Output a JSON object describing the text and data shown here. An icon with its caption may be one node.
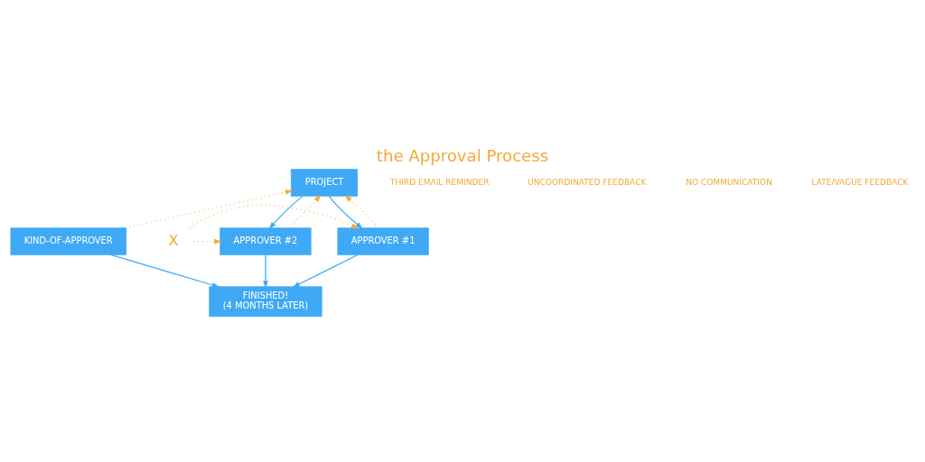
{
  "diagram": {
    "title": "the Approval Process",
    "nodes": [
      {
        "text": [
          "PROJECT"
        ]
      },
      {
        "text": [
          "APPROVER #1"
        ]
      },
      {
        "text": [
          "X"
        ]
      },
      {
        "text": [
          "APPROVER #2"
        ]
      },
      {
        "text": [
          "KIND-OF-APPROVER"
        ]
      },
      {
        "text": [
          "FINISHED!",
          "(4 MONTHS LATER)"
        ]
      }
    ],
    "edges": [
      {
        "from": 0,
        "to": 1,
        "arrow": "to"
      },
      {
        "from": 0,
        "to": 3,
        "arrow": "to"
      },
      {
        "from": 1,
        "to": 0,
        "arrow": "to",
        "style": "dashed",
        "color": "#f5a83a"
      },
      {
        "from": 3,
        "to": 0,
        "arrow": "to",
        "style": "dashed",
        "color": "#f5a83a"
      },
      {
        "from": 2,
        "to": 3,
        "arrow": "to",
        "style": "dashed",
        "color": "#f5a83a"
      },
      {
        "from": 2,
        "to": 1,
        "arrow": "to",
        "style": "dashed",
        "color": "#f5a83a"
      },
      {
        "from": 1,
        "to": 5,
        "arrow": "to"
      },
      {
        "from": 3,
        "to": 5,
        "arrow": "to"
      },
      {
        "from": 4,
        "to": 5,
        "arrow": "to"
      },
      {
        "from": 4,
        "to": 0,
        "arrow": "to",
        "style": "dashed",
        "color": "#f5a83a"
      }
    ],
    "labels": [
      "THIRD EMAIL REMINDER",
      "UNCOORDINATED FEEDBACK",
      "NO COMMUNICATION",
      "LATE/VAGUE FEEDBACK"
    ]
  }
}
